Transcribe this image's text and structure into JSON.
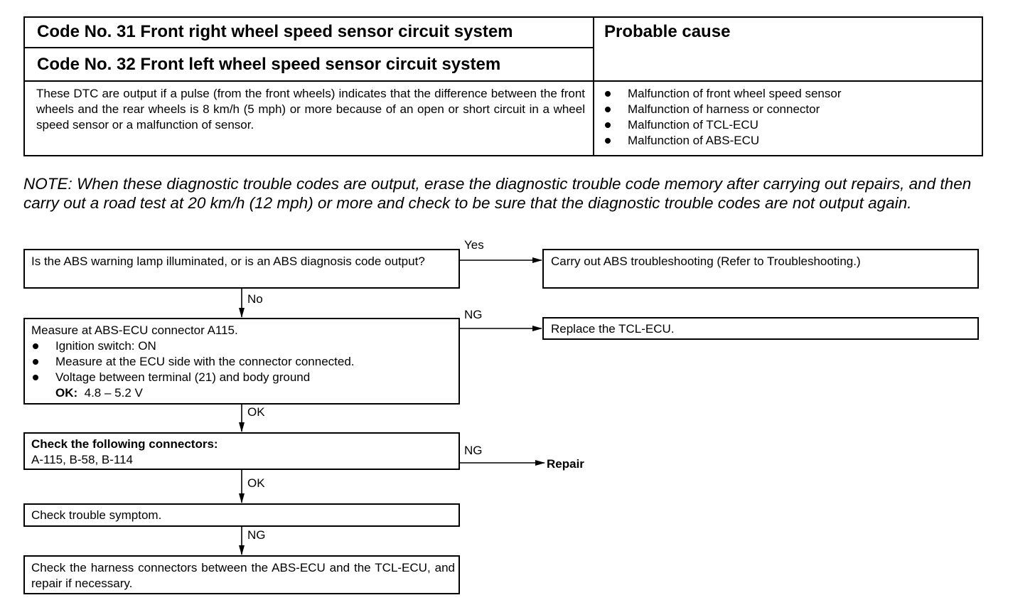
{
  "header": {
    "code_31": "Code No. 31 Front right wheel speed sensor circuit system",
    "code_32": "Code No. 32 Front left wheel speed sensor circuit system",
    "probable_cause_title": "Probable cause",
    "description": "These DTC are output if a pulse (from the front wheels) indicates that the difference between the front wheels and the rear wheels is 8 km/h (5 mph) or more because of an open or short circuit in a wheel speed sensor or a malfunction of sensor.",
    "causes": [
      "Malfunction of front wheel speed sensor",
      "Malfunction of harness or connector",
      "Malfunction of TCL-ECU",
      "Malfunction of ABS-ECU"
    ]
  },
  "note": "NOTE: When these diagnostic trouble codes are output, erase the diagnostic trouble code memory after carrying out repairs, and then carry out a road test at 20 km/h (12 mph) or more and check to be sure that the diagnostic trouble codes are not output again.",
  "flow": {
    "step1": "Is the ABS warning lamp illuminated, or is an ABS diagnosis code output?",
    "step1_yes_label": "Yes",
    "step1_yes_action": "Carry out ABS troubleshooting (Refer to Troubleshooting.)",
    "step1_no_label": "No",
    "step2_title": "Measure at ABS-ECU connector A115.",
    "step2_items": [
      "Ignition switch: ON",
      "Measure at the ECU side with the connector connected.",
      "Voltage between terminal (21) and body ground"
    ],
    "step2_ok_label": "OK:",
    "step2_ok_value": "4.8 – 5.2 V",
    "step2_ng_label": "NG",
    "step2_ng_action": "Replace the TCL-ECU.",
    "step2_ok_flow_label": "OK",
    "step3_title": "Check the following connectors:",
    "step3_body": "A-115, B-58, B-114",
    "step3_ng_label": "NG",
    "step3_ng_action": "Repair",
    "step3_ok_label": "OK",
    "step4": "Check trouble symptom.",
    "step4_ng_label": "NG",
    "step5": "Check the harness connectors between the ABS-ECU and the TCL-ECU, and repair if necessary."
  }
}
